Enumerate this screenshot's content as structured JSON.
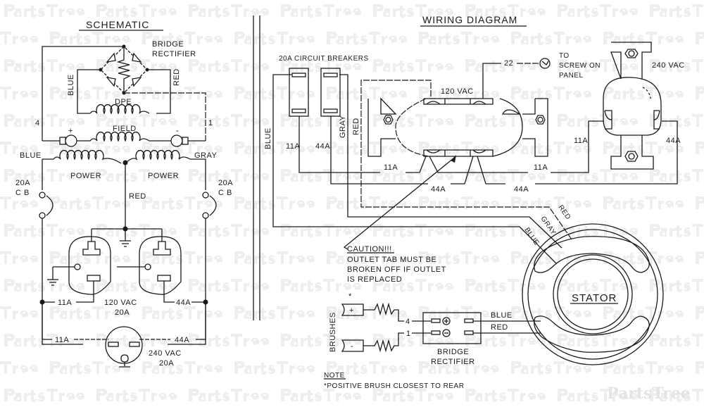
{
  "watermark": {
    "text": "PartsTree",
    "color": "#efefef"
  },
  "schematic": {
    "title": "SCHEMATIC",
    "bridge_rectifier": "BRIDGE RECTIFIER",
    "bridge_rectifier_line1": "BRIDGE",
    "bridge_rectifier_line2": "RECTIFIER",
    "wire_blue": "BLUE",
    "wire_red_vertical": "RED",
    "dpe_label": "DPE",
    "wire_4": "4",
    "wire_1": "1",
    "field_label": "FIELD",
    "plus": "+",
    "minus": "-",
    "power_left_wire": "BLUE",
    "power_right_wire": "GRAY",
    "power_left_label": "POWER",
    "power_right_label": "POWER",
    "center_wire": "RED",
    "cb_left": {
      "line1": "20A",
      "line2": "C B"
    },
    "cb_right": {
      "line1": "20A",
      "line2": "C B"
    },
    "outlet_120": {
      "wire_left": "11A",
      "wire_right": "44A",
      "voltage": "120 VAC",
      "amps": "20A"
    },
    "outlet_240": {
      "wire_left": "11A",
      "wire_right": "44A",
      "voltage": "240 VAC",
      "amps": "20A"
    }
  },
  "wiring": {
    "title": "WIRING DIAGRAM",
    "circuit_breakers_label": "20A CIRCUIT BREAKERS",
    "wire_blue": "BLUE",
    "wire_gray": "GRAY",
    "wire_red": "RED",
    "cb_wire_left": "11A",
    "cb_wire_right": "44A",
    "wire_22": "22",
    "to_screw": {
      "line1": "TO",
      "line2": "SCREW ON",
      "line3": "PANEL"
    },
    "outlet_120_label": "120 VAC",
    "outlet_240_label": "240 VAC",
    "bus_11a_left": "11A",
    "bus_11a_right": "11A",
    "bus_44a_left": "44A",
    "bus_44a_right": "44A",
    "outlet_240_left": "11A",
    "outlet_240_right": "44A",
    "stator_wires": {
      "red": "RED",
      "gray": "GRAY",
      "blue": "BLUE"
    },
    "caution": {
      "title": "CAUTION!!!",
      "line1": "OUTLET TAB MUST BE",
      "line2": "BROKEN OFF IF OUTLET",
      "line3": "IS REPLACED"
    },
    "brushes": {
      "label": "BRUSHES",
      "asterisk": "*",
      "plus": "+",
      "minus": "-",
      "wire_4": "4",
      "wire_1": "1"
    },
    "bridge_rectifier": {
      "line1": "BRIDGE",
      "line2": "RECTIFIER",
      "out_blue": "BLUE",
      "out_red": "RED"
    },
    "stator_label": "STATOR",
    "note": {
      "title": "NOTE",
      "text": "*POSITIVE BRUSH CLOSEST TO REAR"
    }
  }
}
